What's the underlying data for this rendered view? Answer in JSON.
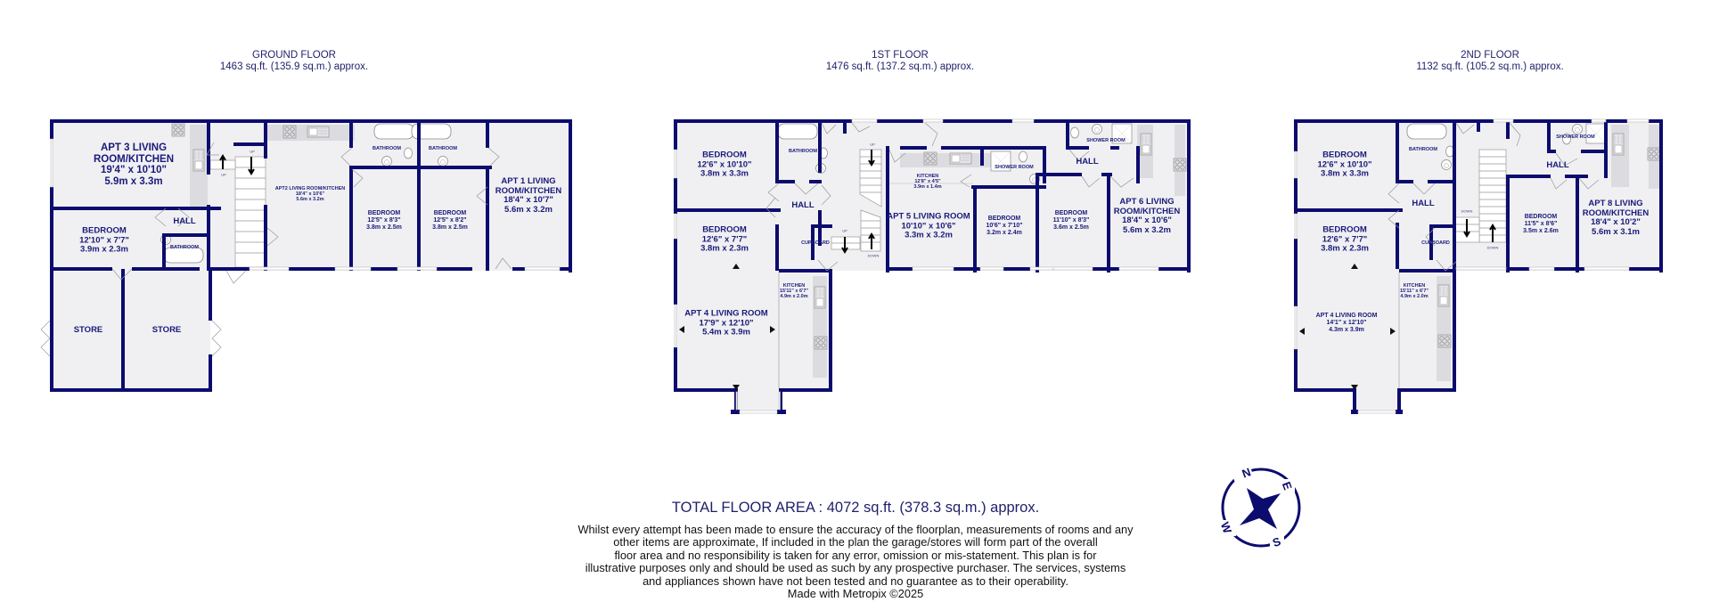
{
  "floors": [
    {
      "title": "GROUND FLOOR",
      "area": "1463 sq.ft. (135.9 sq.m.) approx.",
      "rooms": [
        {
          "name": "APT 3 LIVING ROOM/KITCHEN",
          "name_lines": [
            "APT 3 LIVING",
            "ROOM/KITCHEN"
          ],
          "imperial": "19'4\"  x 10'10\"",
          "metric": "5.9m  x 3.3m"
        },
        {
          "name": "BEDROOM",
          "imperial": "12'10\"  x 7'7\"",
          "metric": "3.9m  x 2.3m"
        },
        {
          "name": "HALL"
        },
        {
          "name": "BATHROOM"
        },
        {
          "name": "APT2 LIVING ROOM/KITCHEN",
          "imperial": "18'4\"  x 10'6\"",
          "metric": "5.6m  x 3.2m"
        },
        {
          "name": "BATHROOM"
        },
        {
          "name": "BATHROOM"
        },
        {
          "name": "BEDROOM",
          "imperial": "12'5\"  x 8'3\"",
          "metric": "3.8m  x 2.5m"
        },
        {
          "name": "BEDROOM",
          "imperial": "12'5\"  x 8'2\"",
          "metric": "3.8m  x 2.5m"
        },
        {
          "name": "APT 1 LIVING ROOM/KITCHEN",
          "name_lines": [
            "APT 1 LIVING",
            "ROOM/KITCHEN"
          ],
          "imperial": "18'4\"  x 10'7\"",
          "metric": "5.6m  x 3.2m"
        },
        {
          "name": "STORE"
        },
        {
          "name": "STORE"
        }
      ],
      "stair_labels": [
        "UP",
        "UP"
      ]
    },
    {
      "title": "1ST FLOOR",
      "area": "1476 sq.ft. (137.2 sq.m.) approx.",
      "rooms": [
        {
          "name": "BEDROOM",
          "imperial": "12'6\"  x 10'10\"",
          "metric": "3.8m  x 3.3m"
        },
        {
          "name": "BATHROOM"
        },
        {
          "name": "HALL"
        },
        {
          "name": "BEDROOM",
          "imperial": "12'6\"  x 7'7\"",
          "metric": "3.8m  x 2.3m"
        },
        {
          "name": "CUPBOARD"
        },
        {
          "name": "KITCHEN",
          "imperial": "15'11\"  x 6'7\"",
          "metric": "4.9m  x 2.0m"
        },
        {
          "name": "APT 4 LIVING ROOM",
          "imperial": "17'9\"  x 12'10\"",
          "metric": "5.4m  x 3.9m"
        },
        {
          "name": "KITCHEN",
          "imperial": "12'8\"  x 4'5\"",
          "metric": "3.9m  x 1.4m"
        },
        {
          "name": "SHOWER ROOM"
        },
        {
          "name": "APT 5 LIVING ROOM",
          "imperial": "10'10\"  x 10'6\"",
          "metric": "3.3m  x 3.2m"
        },
        {
          "name": "BEDROOM",
          "imperial": "10'6\"  x 7'10\"",
          "metric": "3.2m  x 2.4m"
        },
        {
          "name": "BEDROOM",
          "imperial": "11'10\"  x 8'3\"",
          "metric": "3.6m  x 2.5m"
        },
        {
          "name": "SHOWER ROOM"
        },
        {
          "name": "HALL"
        },
        {
          "name": "APT 6 LIVING ROOM/KITCHEN",
          "name_lines": [
            "APT 6 LIVING",
            "ROOM/KITCHEN"
          ],
          "imperial": "18'4\"  x 10'6\"",
          "metric": "5.6m  x 3.2m"
        }
      ],
      "stair_labels": [
        "UP",
        "UP",
        "DOWN"
      ]
    },
    {
      "title": "2ND FLOOR",
      "area": "1132 sq.ft. (105.2 sq.m.) approx.",
      "rooms": [
        {
          "name": "BEDROOM",
          "imperial": "12'6\"  x 10'10\"",
          "metric": "3.8m  x 3.3m"
        },
        {
          "name": "BATHROOM"
        },
        {
          "name": "HALL"
        },
        {
          "name": "BEDROOM",
          "imperial": "12'6\"  x 7'7\"",
          "metric": "3.8m  x 2.3m"
        },
        {
          "name": "CUPBOARD"
        },
        {
          "name": "KITCHEN",
          "imperial": "15'11\"  x 6'7\"",
          "metric": "4.9m  x 2.0m"
        },
        {
          "name": "APT 4 LIVING ROOM",
          "imperial": "14'1\"  x 12'10\"",
          "metric": "4.3m  x 3.9m"
        },
        {
          "name": "SHOWER ROOM"
        },
        {
          "name": "HALL"
        },
        {
          "name": "BEDROOM",
          "imperial": "11'5\"  x 8'6\"",
          "metric": "3.5m  x 2.6m"
        },
        {
          "name": "APT 8 LIVING ROOM/KITCHEN",
          "name_lines": [
            "APT 8 LIVING",
            "ROOM/KITCHEN"
          ],
          "imperial": "18'4\"  x 10'2\"",
          "metric": "5.6m  x 3.1m"
        }
      ],
      "stair_labels": [
        "DOWN",
        "DOWN"
      ]
    }
  ],
  "total": "TOTAL FLOOR AREA : 4072 sq.ft. (378.3 sq.m.) approx.",
  "disclaimer": [
    "Whilst every attempt has been made to ensure the accuracy of the floorplan, measurements of rooms and any",
    "other items are approximate, If included in the plan the garage/stores will form part of the overall",
    "floor area and no responsibility is taken for any error, omission or mis-statement. This plan is for",
    "illustrative purposes only and should be used as such by any prospective purchaser. The services, systems",
    "and appliances shown have not been tested and no guarantee as to their operability.",
    "Made with Metropix ©2025"
  ],
  "compass": {
    "icon": "compass-icon",
    "letters": [
      "N",
      "E",
      "S",
      "W"
    ]
  },
  "colors": {
    "wall": "#0c0c6e",
    "floor": "#f0f0f2",
    "fixture": "#dcdce0",
    "text": "#1a1a7a"
  }
}
